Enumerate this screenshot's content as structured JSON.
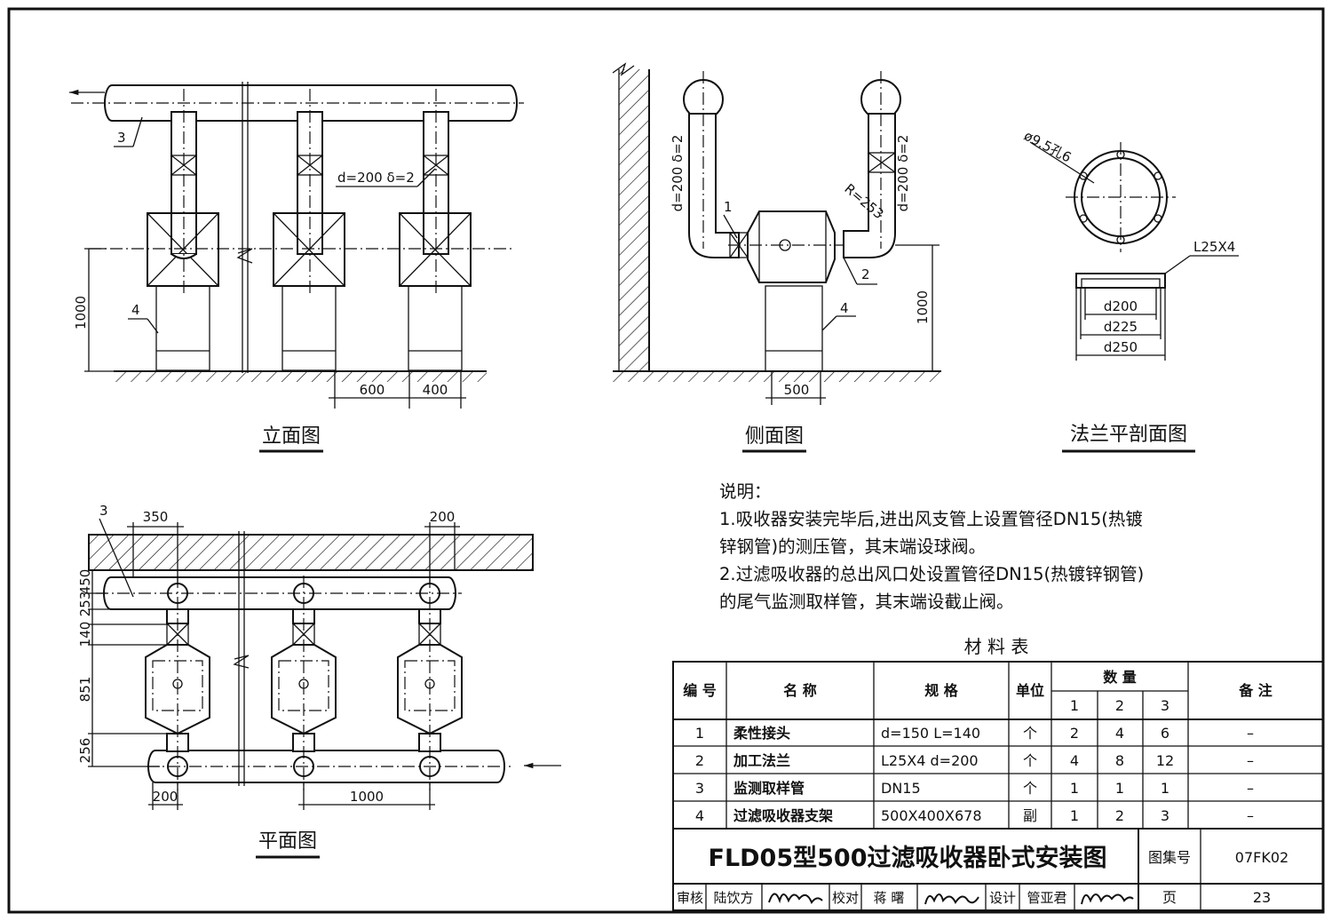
{
  "views": {
    "elevation": {
      "caption": "立面图",
      "pipe_label": "d=200 δ=2",
      "dim_height": "1000",
      "dim_600": "600",
      "dim_400": "400",
      "callout_3": "3",
      "callout_4": "4"
    },
    "side": {
      "caption": "侧面图",
      "pipe_label_left": "d=200 δ=2",
      "pipe_label_right": "d=200 δ=2",
      "radius": "R=253",
      "dim_height": "1000",
      "dim_500": "500",
      "callout_1": "1",
      "callout_2": "2",
      "callout_4": "4"
    },
    "flange": {
      "caption": "法兰平剖面图",
      "holes": "ø9.5孔6",
      "angle": "L25X4",
      "d200": "d200",
      "d225": "d225",
      "d250": "d250"
    },
    "plan": {
      "caption": "平面图",
      "dim_350": "350",
      "dim_200_top": "200",
      "dim_450": "450",
      "dim_253": "253",
      "dim_140": "140",
      "dim_851": "851",
      "dim_256": "256",
      "dim_200_bottom": "200",
      "dim_1000": "1000",
      "callout_3": "3"
    }
  },
  "notes": {
    "heading": "说明：",
    "lines": [
      "1.吸收器安装完毕后,进出风支管上设置管径DN15(热镀",
      "锌钢管)的测压管，其末端设球阀。",
      "2.过滤吸收器的总出风口处设置管径DN15(热镀锌钢管)",
      "的尾气监测取样管，其末端设截止阀。"
    ]
  },
  "materials": {
    "title": "材  料  表",
    "headers": {
      "no": "编 号",
      "name": "名  称",
      "spec": "规  格",
      "unit": "单位",
      "qty": "数  量",
      "q1": "1",
      "q2": "2",
      "q3": "3",
      "remark": "备  注"
    },
    "rows": [
      {
        "no": "1",
        "name": "柔性接头",
        "spec": "d=150  L=140",
        "unit": "个",
        "q1": "2",
        "q2": "4",
        "q3": "6",
        "remark": "–"
      },
      {
        "no": "2",
        "name": "加工法兰",
        "spec": "L25X4  d=200",
        "unit": "个",
        "q1": "4",
        "q2": "8",
        "q3": "12",
        "remark": "–"
      },
      {
        "no": "3",
        "name": "监测取样管",
        "spec": "DN15",
        "unit": "个",
        "q1": "1",
        "q2": "1",
        "q3": "1",
        "remark": "–"
      },
      {
        "no": "4",
        "name": "过滤吸收器支架",
        "spec": "500X400X678",
        "unit": "副",
        "q1": "1",
        "q2": "2",
        "q3": "3",
        "remark": "–"
      }
    ]
  },
  "title_block": {
    "title": "FLD05型500过滤吸收器卧式安装图",
    "atlas_label": "图集号",
    "atlas_no": "07FK02",
    "page_label": "页",
    "page_no": "23",
    "review_label": "审核",
    "reviewer": "陆饮方",
    "check_label": "校对",
    "checker": "蒋 曙",
    "design_label": "设计",
    "designer": "管亚君"
  }
}
